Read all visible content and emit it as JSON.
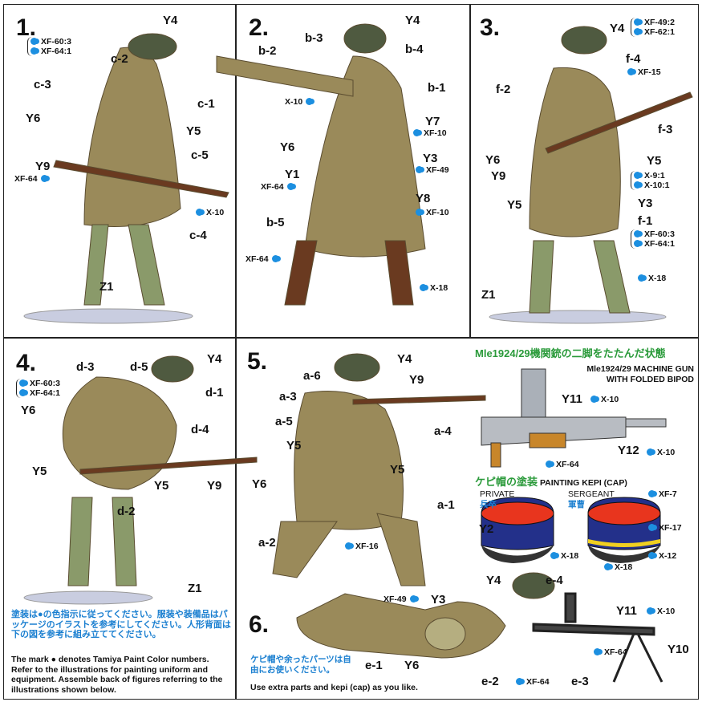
{
  "colors": {
    "paint_mark": "#1c8fe0",
    "uniform": "#9a8a5a",
    "helmet": "#4f5a40",
    "base": "#c9cde0",
    "kepi_top": "#e8351e",
    "kepi_band": "#23308a",
    "visor": "#333333",
    "green_heading": "#2a9a3a"
  },
  "p1": {
    "num": "1.",
    "labels": [
      "Y4",
      "c-2",
      "c-3",
      "c-1",
      "Y6",
      "Y5",
      "c-5",
      "Y9",
      "c-4",
      "Z1"
    ],
    "paints": [
      "XF-60:3",
      "XF-64:1",
      "XF-64",
      "X-10"
    ]
  },
  "p2": {
    "num": "2.",
    "labels": [
      "Y4",
      "b-3",
      "b-2",
      "b-4",
      "b-1",
      "Y7",
      "Y6",
      "Y3",
      "Y1",
      "Y8",
      "b-5"
    ],
    "paints": [
      "X-10",
      "XF-10",
      "XF-49",
      "XF-64",
      "XF-10",
      "XF-64",
      "X-18"
    ]
  },
  "p3": {
    "num": "3.",
    "labels": [
      "Y4",
      "f-4",
      "f-2",
      "f-3",
      "Y6",
      "Y5",
      "Y9",
      "Y5",
      "Y3",
      "f-1",
      "Z1"
    ],
    "paints": [
      "XF-49:2",
      "XF-62:1",
      "XF-15",
      "X-9:1",
      "X-10:1",
      "XF-60:3",
      "XF-64:1",
      "X-18"
    ]
  },
  "p4": {
    "num": "4.",
    "labels": [
      "Y4",
      "d-3",
      "d-5",
      "d-1",
      "Y6",
      "d-4",
      "Y5",
      "Y5",
      "Y9",
      "d-2",
      "Z1"
    ],
    "paints": [
      "XF-60:3",
      "XF-64:1"
    ],
    "note_jp": "塗装は●の色指示に従ってください。服装や装備品はパッケージのイラストを参考にしてください。人形背面は下の図を参考に組み立ててください。",
    "note_en": "The mark ● denotes Tamiya Paint Color numbers. Refer to the illustrations for painting uniform and equipment. Assemble back of figures referring to the illustrations shown below."
  },
  "p5": {
    "num": "5.",
    "labels": [
      "Y4",
      "a-6",
      "Y9",
      "a-3",
      "a-5",
      "a-4",
      "Y5",
      "Y5",
      "Y6",
      "a-1",
      "a-2"
    ],
    "paints": [
      "XF-16"
    ]
  },
  "mg": {
    "title_jp": "Mle1924/29機関銃の二脚をたたんだ状態",
    "title_en_1": "Mle1924/29 MACHINE GUN",
    "title_en_2": "WITH FOLDED BIPOD",
    "labels": [
      "Y11",
      "Y12"
    ],
    "paints": [
      "X-10",
      "X-10",
      "XF-64"
    ]
  },
  "kepi": {
    "title_jp": "ケピ帽の塗装",
    "title_en": "PAINTING KEPI (CAP)",
    "private": "PRIVATE",
    "private_jp": "兵卒",
    "sergeant": "SERGEANT",
    "sergeant_jp": "軍曹",
    "labels": [
      "Y2"
    ],
    "paints": [
      "X-18",
      "XF-7",
      "XF-17",
      "X-12",
      "X-18"
    ]
  },
  "p6": {
    "num": "6.",
    "labels": [
      "Y3",
      "Y4",
      "e-4",
      "Y11",
      "Y10",
      "e-1",
      "Y6",
      "e-2",
      "e-3"
    ],
    "paints": [
      "XF-49",
      "X-10",
      "XF-64",
      "XF-64"
    ],
    "note_jp": "ケピ帽や余ったパーツは自由にお使いください。",
    "note_en": "Use extra parts and kepi (cap) as you like."
  }
}
